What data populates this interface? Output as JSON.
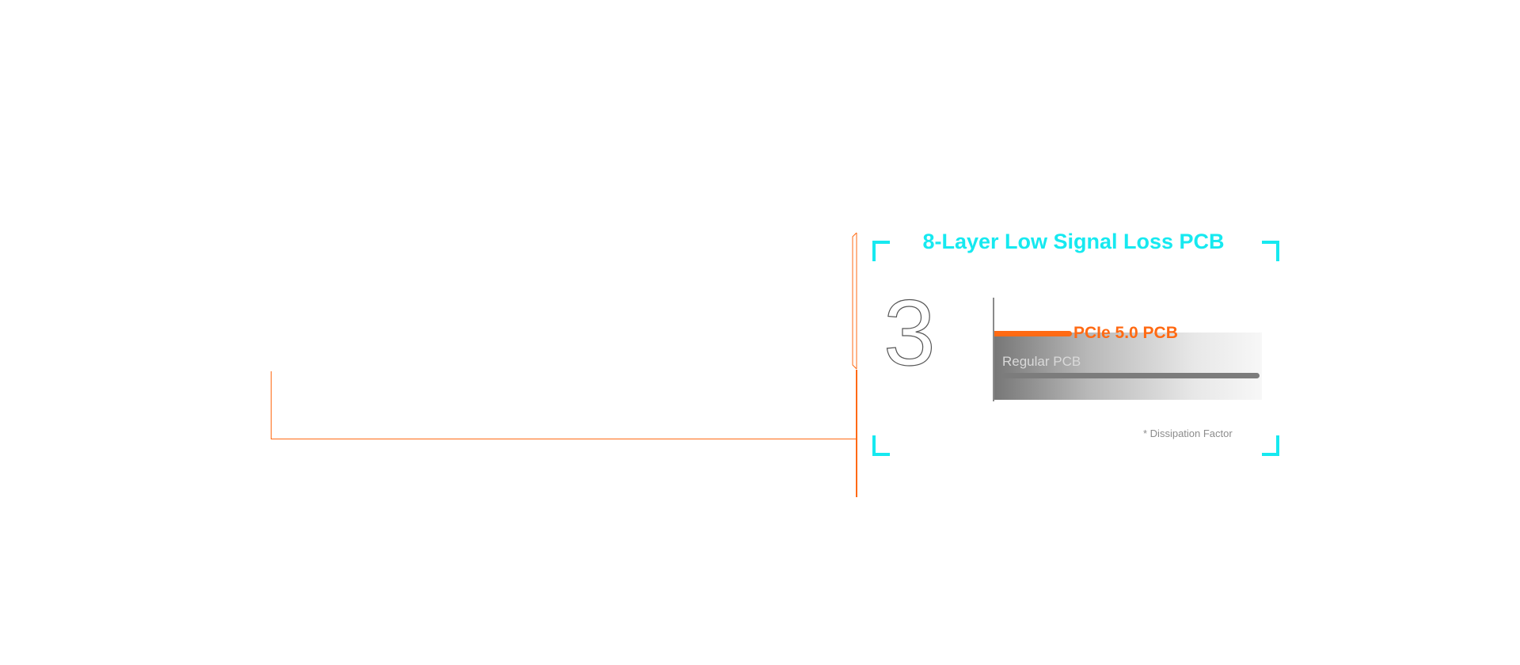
{
  "feature": {
    "number": "3",
    "title": "8-Layer Low Signal Loss PCB",
    "footnote": "* Dissipation Factor"
  },
  "colors": {
    "accent_cyan": "#16e9f0",
    "accent_orange": "#ff6a13",
    "number_outline": "#555555",
    "regular_bar": "#7c7c7c"
  },
  "chart_data": {
    "type": "bar",
    "orientation": "horizontal",
    "categories": [
      "PCIe 5.0 PCB",
      "Regular PCB"
    ],
    "values": [
      0.3,
      1.0
    ],
    "xlabel": "",
    "ylabel": "",
    "axis_tick_labels": false,
    "grid": false,
    "legend": "none"
  }
}
